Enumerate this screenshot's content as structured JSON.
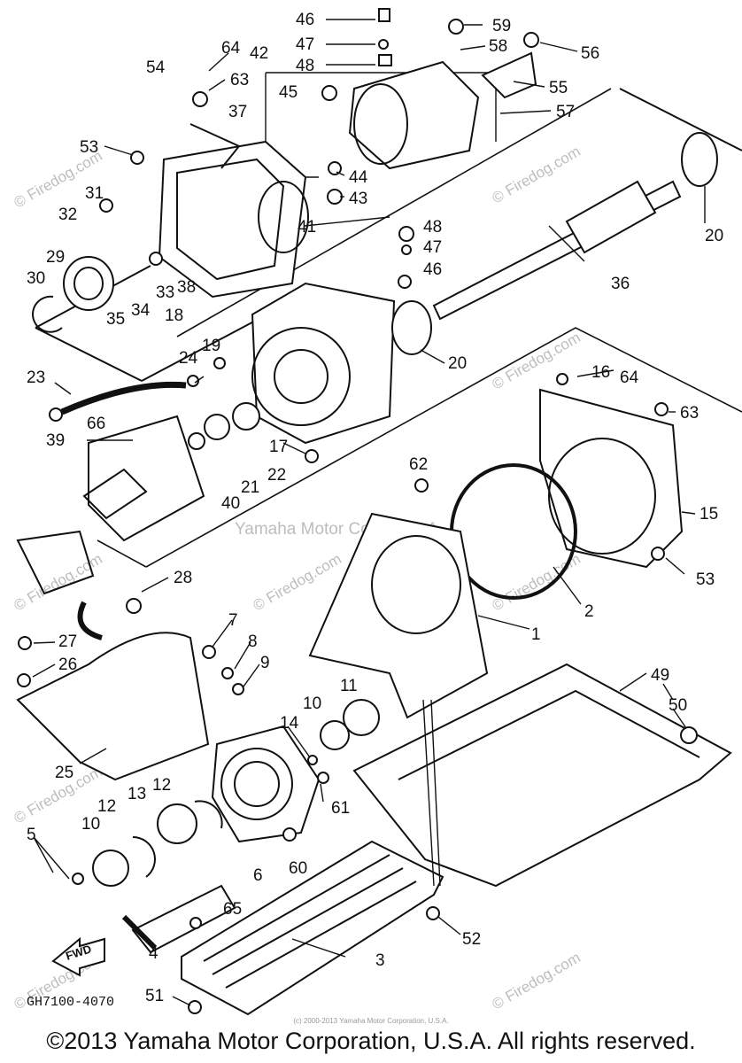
{
  "callouts": [
    "46",
    "59",
    "47",
    "58",
    "56",
    "64",
    "42",
    "48",
    "54",
    "63",
    "55",
    "45",
    "57",
    "37",
    "53",
    "44",
    "43",
    "20",
    "31",
    "41",
    "32",
    "48",
    "47",
    "29",
    "36",
    "33",
    "30",
    "46",
    "38",
    "35",
    "34",
    "18",
    "19",
    "20",
    "24",
    "16",
    "64",
    "23",
    "63",
    "66",
    "39",
    "22",
    "21",
    "17",
    "40",
    "62",
    "15",
    "53",
    "28",
    "2",
    "27",
    "7",
    "1",
    "26",
    "8",
    "9",
    "49",
    "11",
    "50",
    "10",
    "14",
    "25",
    "13",
    "12",
    "61",
    "5",
    "10",
    "12",
    "6",
    "60",
    "65",
    "4",
    "52",
    "3",
    "51"
  ],
  "fwd_label": "FWD",
  "drawing_code": "GH7100-4070",
  "copyright": "©2013 Yamaha Motor Corporation, U.S.A. All rights reserved.",
  "watermark": "© Firedog.com",
  "watermark_center": "Yamaha Motor Corp. U.S.A.",
  "small_copyright": "(c) 2000-2013 Yamaha Motor Corporation, U.S.A."
}
